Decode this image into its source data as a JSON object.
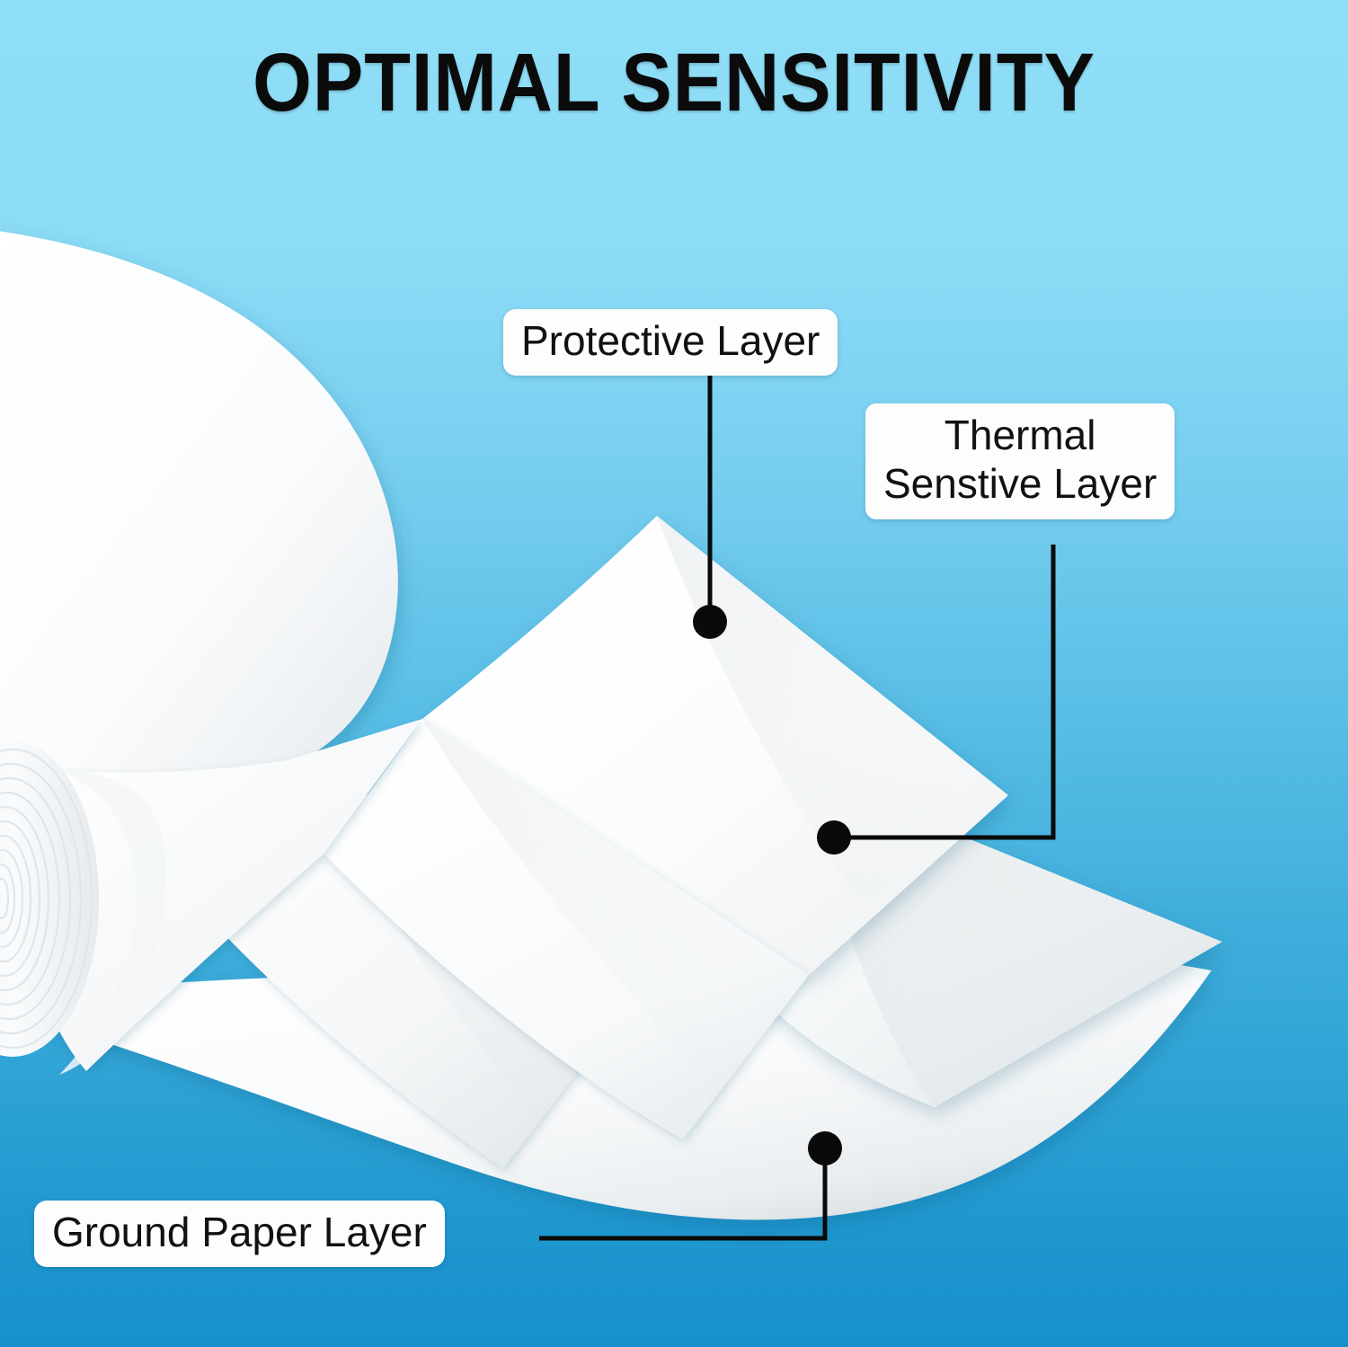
{
  "meta": {
    "kind": "product-infographic",
    "subject": "thermal paper roll layer diagram"
  },
  "background": {
    "gradient_top": "#8FDEF7",
    "gradient_mid": "#4FBCE4",
    "gradient_bottom": "#1791CB"
  },
  "header": {
    "title": "OPTIMAL SENSITIVITY",
    "title_color": "#0B0B0B"
  },
  "callouts": [
    {
      "id": "protective",
      "label": "Protective Layer",
      "lines": [
        "Protective Layer"
      ],
      "box_color": "#FDFDFD",
      "text_color": "#111111",
      "leader": "straight-down",
      "dot_color": "#000000"
    },
    {
      "id": "thermal",
      "label": "Thermal Senstive Layer",
      "lines": [
        "Thermal",
        "Senstive Layer"
      ],
      "box_color": "#FDFDFD",
      "text_color": "#111111",
      "leader": "elbow-down-left",
      "dot_color": "#000000"
    },
    {
      "id": "ground",
      "label": "Ground Paper Layer",
      "lines": [
        "Ground Paper Layer"
      ],
      "box_color": "#FDFDFD",
      "text_color": "#111111",
      "leader": "elbow-right-up",
      "dot_color": "#000000"
    }
  ],
  "artwork": {
    "paper_white": "#FFFFFF",
    "paper_shadow": "#E3E6E8",
    "roll_label": "thermal paper roll",
    "sheets_label": "fanned paper sheets"
  }
}
